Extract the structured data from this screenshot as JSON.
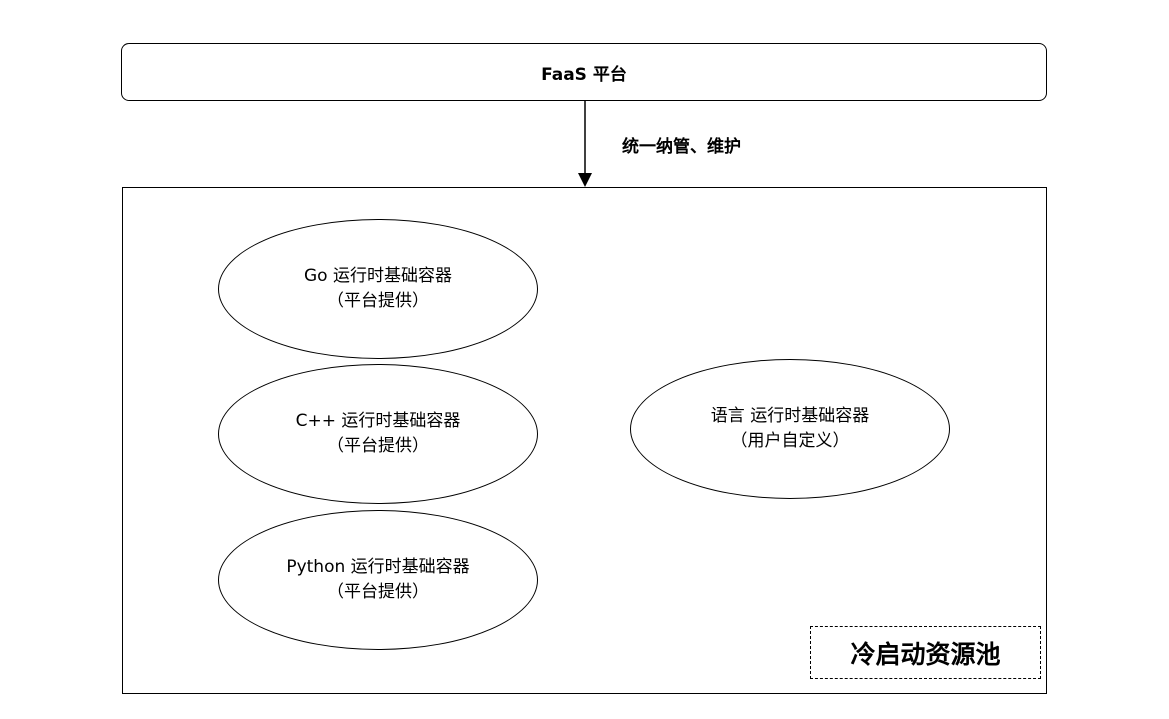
{
  "platform": {
    "label": "FaaS 平台"
  },
  "edge": {
    "label": "统一纳管、维护"
  },
  "pool": {
    "label": "冷启动资源池",
    "containers": [
      {
        "title": "Go 运行时基础容器",
        "subtitle": "（平台提供）"
      },
      {
        "title": "C++ 运行时基础容器",
        "subtitle": "（平台提供）"
      },
      {
        "title": "Python 运行时基础容器",
        "subtitle": "（平台提供）"
      },
      {
        "title": "语言 运行时基础容器",
        "subtitle": "（用户自定义）"
      }
    ]
  }
}
